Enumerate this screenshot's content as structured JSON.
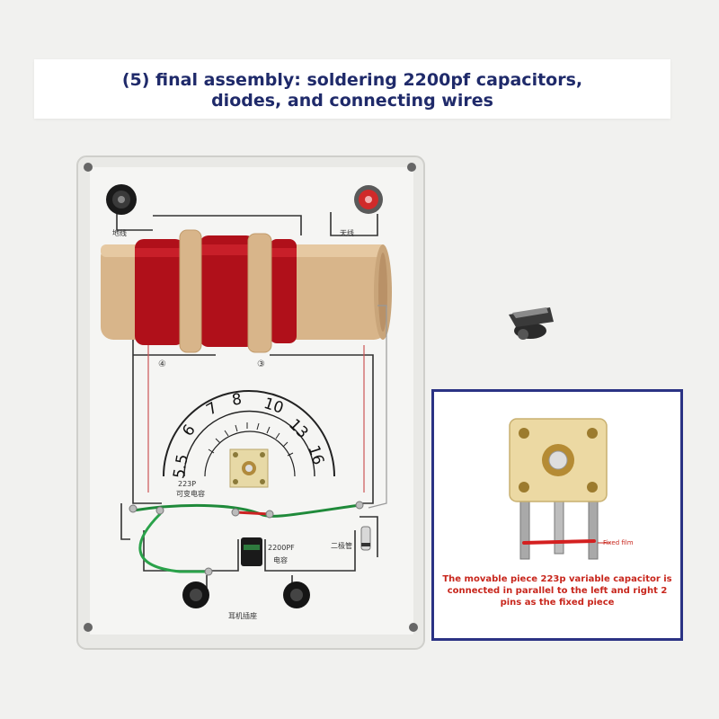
{
  "banner": {
    "title": "(5) final assembly: soldering 2200pf capacitors, diodes, and connecting wires"
  },
  "board": {
    "dial_numbers": [
      "5.5",
      "6",
      "7",
      "8",
      "10",
      "13",
      "16"
    ],
    "label_left_top": "地线",
    "label_right_top": "天线",
    "pin_left_marker": "④",
    "pin_right_marker": "③",
    "variable_cap_value": "223P",
    "variable_cap_name": "可变电容",
    "fixed_cap_value": "2200PF",
    "fixed_cap_name": "电容",
    "diode_label": "二极管",
    "earphone_label": "耳机插座"
  },
  "inset": {
    "fixed_film_label": "Fixed film",
    "caption": "The movable piece 223p variable capacitor is connected in parallel to the left and right 2 pins as the fixed piece"
  },
  "colors": {
    "banner_text": "#1f2a6a",
    "inset_border": "#2b3384",
    "caption_text": "#c8261c",
    "coil_red": "#b0101a",
    "cardboard": "#d8b58a"
  }
}
